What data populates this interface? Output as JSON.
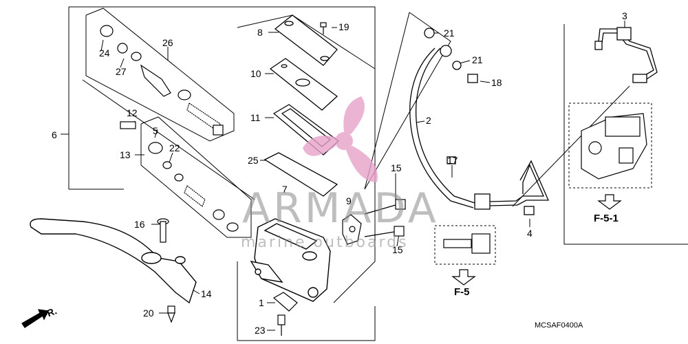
{
  "callouts": {
    "c1": "1",
    "c2": "2",
    "c3": "3",
    "c4": "4",
    "c5": "5",
    "c6": "6",
    "c7": "7",
    "c8": "8",
    "c9": "9",
    "c10": "10",
    "c11": "11",
    "c12": "12",
    "c13": "13",
    "c14": "14",
    "c15a": "15",
    "c15b": "15",
    "c16": "16",
    "c17": "17",
    "c18": "18",
    "c19": "19",
    "c20": "20",
    "c21a": "21",
    "c21b": "21",
    "c22": "22",
    "c23": "23",
    "c24": "24",
    "c25": "25",
    "c26": "26",
    "c27": "27"
  },
  "refs": {
    "f5": "F-5",
    "f51": "F-5-1"
  },
  "direction": "FR.",
  "diagram_code": "MCSAF0400A",
  "watermark": {
    "brand": "ARMADA",
    "tagline": "marine outboards"
  },
  "colors": {
    "line": "#000000",
    "watermark": "#8a8a8a",
    "logo": "#e7a2c8"
  }
}
